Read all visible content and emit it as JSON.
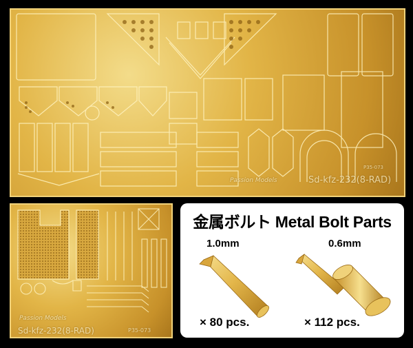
{
  "fret_marks": {
    "brand_top": "Passion Models",
    "title_top": "Sd-kfz-232(8-RAD)",
    "code_top": "P35-073",
    "brand_bottom": "Passion Models",
    "title_bottom": "Sd-kfz-232(8-RAD)",
    "code_bottom": "P35-073"
  },
  "bolts": {
    "title": "金属ボルト Metal Bolt Parts",
    "items": [
      {
        "size": "1.0mm",
        "count": "× 80 pcs."
      },
      {
        "size": "0.6mm",
        "count": "× 112 pcs."
      }
    ]
  },
  "colors": {
    "brass": "#e2b547",
    "brass_light": "#f3dc8a",
    "brass_dark": "#a9761c",
    "background": "#000000",
    "panel": "#ffffff"
  }
}
